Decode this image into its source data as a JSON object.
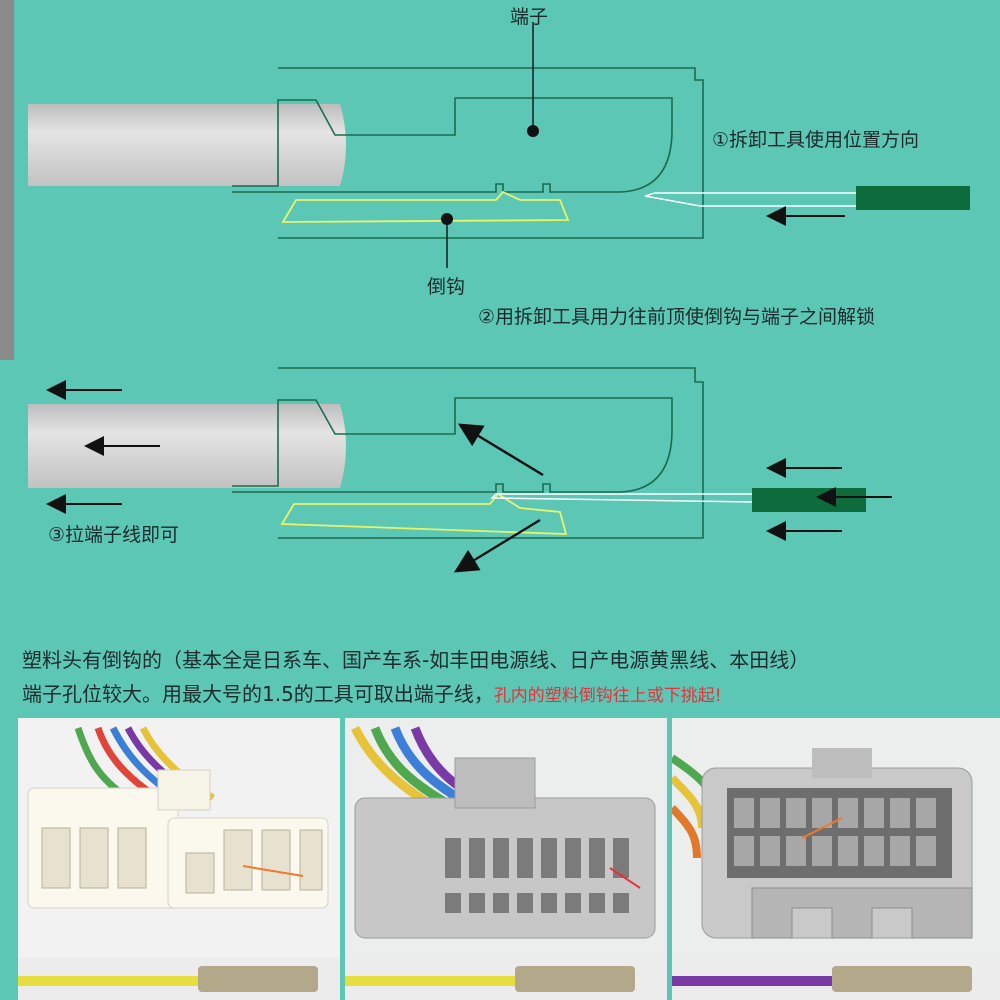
{
  "diagram1": {
    "label_terminal": "端子",
    "label_hook": "倒钩",
    "step1": "①拆卸工具使用位置方向",
    "step2": "②用拆卸工具用力往前顶使倒钩与端子之间解锁"
  },
  "diagram2": {
    "step3": "③拉端子线即可"
  },
  "note": {
    "line1": "塑料头有倒钩的（基本全是日系车、国产车系-如丰田电源线、日产电源黄黑线、本田线）",
    "line2_plain": "端子孔位较大。用最大号的1.5的工具可取出端子线，",
    "line2_red": "孔内的塑料倒钩往上或下挑起!"
  },
  "colors": {
    "background": "#5dc7b6",
    "tool": "#0e6b3c",
    "hook_outline": "#e8f36a",
    "connector_body": "#cfcfcf",
    "outline": "#1d6b4e",
    "highlight_text": "#e8303a"
  },
  "photos": [
    {
      "name": "white-connector-photo"
    },
    {
      "name": "gray-connector-photo"
    },
    {
      "name": "gray-socket-photo"
    }
  ]
}
